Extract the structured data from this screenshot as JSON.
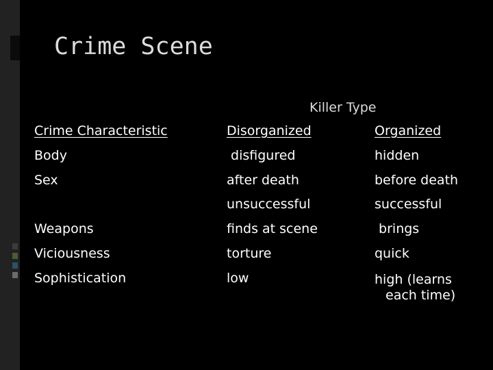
{
  "slide": {
    "title": "Crime Scene",
    "group_header": "Killer Type"
  },
  "table": {
    "headers": [
      "Crime Characteristic",
      "Disorganized",
      "Organized"
    ],
    "rows": [
      [
        "Body",
        " disfigured",
        "hidden"
      ],
      [
        "Sex",
        "after death",
        "before death"
      ],
      [
        "",
        "unsuccessful",
        "successful"
      ],
      [
        "Weapons",
        "finds at scene",
        " brings"
      ],
      [
        "Viciousness",
        "torture",
        "quick"
      ],
      [
        "Sophistication",
        "low",
        "high  (learns each time)"
      ]
    ]
  },
  "colors": {
    "background": "#000000",
    "strip": "#222222",
    "accent_bars": [
      "#3b3b3b",
      "#4a5c3a",
      "#2c5266",
      "#6b6b6b"
    ]
  }
}
